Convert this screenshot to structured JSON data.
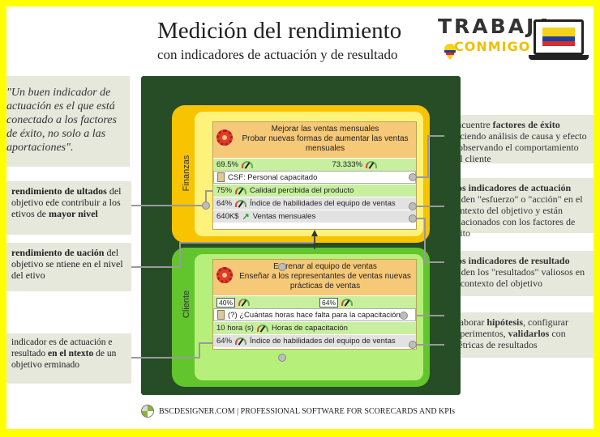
{
  "header": {
    "title": "Medición del rendimiento",
    "subtitle": "con indicadores de actuación y de resultado"
  },
  "logo": {
    "word1": "TRABAJA",
    "word2": "CONMIGO"
  },
  "left_notes": {
    "quote": "\"Un buen indicador de actuación es el que está conectado a los factores de éxito, no solo a las aportaciones\".",
    "note1_a": "rendimiento de ",
    "note1_b": "ultados",
    "note1_c": " del objetivo ede contribuir a los etivos de ",
    "note1_d": "mayor nivel",
    "note2_a": "rendimiento de ",
    "note2_b": "uación",
    "note2_c": " del objetivo se ntiene en el nivel del etivo",
    "note3_a": " indicador es de actuación e resultado ",
    "note3_b": "en el ntexto",
    "note3_c": " de un objetivo erminado"
  },
  "right_notes": {
    "n1_a": "Encuentre ",
    "n1_b": "factores de éxito",
    "n1_c": " haciendo análisis de causa y efecto y observando el comportamiento del cliente",
    "n2_a": "Los indicadores de actuación",
    "n2_b": " miden \"esfuerzo\" o \"acción\" en el contexto del objetivo y están relacionados con los factores de éxito",
    "n3_a": "Los indicadores de resultado",
    "n3_b": " miden los \"resultados\" valiosos en el contexto del objetivo",
    "n4_a": "Elaborar ",
    "n4_b": "hipótesis",
    "n4_c": ", configurar experimentos, ",
    "n4_d": "validarlos",
    "n4_e": " con métricas de resultados"
  },
  "perspectives": {
    "finance_label": "Finanzas",
    "client_label": "Cliente"
  },
  "goal_finance": {
    "title": "Mejorar las ventas mensuales",
    "subtitle": "Probar nuevas formas de aumentar las ventas mensuales",
    "progress_left": "69.5%",
    "progress_right": "73.333%",
    "csf": "CSF: Personal capacitado",
    "rows": [
      {
        "value": "75%",
        "name": "Calidad percibida del producto"
      },
      {
        "value": "64%",
        "name": "Índice de habilidades del equipo de ventas"
      },
      {
        "value": "640K$",
        "name": "Ventas mensuales"
      }
    ]
  },
  "goal_client": {
    "title": "Entrenar al equipo de ventas",
    "subtitle": "Enseñar a los representantes de ventas nuevas prácticas de ventas",
    "progress_left": "40%",
    "progress_right": "64%",
    "question": "(?) ¿Cuántas horas hace falta para la capacitación",
    "rows": [
      {
        "value": "10 hora (s)",
        "name": "Horas de capacitación"
      },
      {
        "value": "64%",
        "name": "Índice de habilidades del equipo de ventas"
      }
    ]
  },
  "footer": {
    "text": "BSCDESIGNER.COM | PROFESSIONAL SOFTWARE FOR SCORECARDS AND KPIs"
  },
  "colors": {
    "border": "#ffff00",
    "frame": "#264d26",
    "finance": "#f8c300",
    "client": "#63c52d",
    "note_bg": "#e6e8dc"
  }
}
